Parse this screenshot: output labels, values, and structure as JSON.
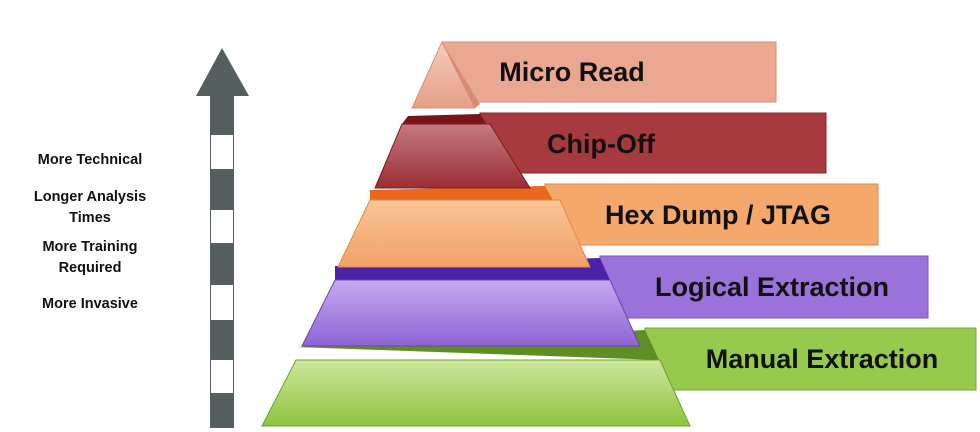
{
  "side_labels": [
    {
      "lines": [
        "More Technical"
      ]
    },
    {
      "lines": [
        "Longer Analysis",
        "Times"
      ]
    },
    {
      "lines": [
        "More Training",
        "Required"
      ]
    },
    {
      "lines": [
        "More Invasive"
      ]
    }
  ],
  "levels": [
    {
      "label": "Micro Read",
      "color": "#eaa792"
    },
    {
      "label": "Chip-Off",
      "color": "#a63a3f"
    },
    {
      "label": "Hex Dump / JTAG",
      "color": "#f5a86c"
    },
    {
      "label": "Logical Extraction",
      "color": "#9b72d9"
    },
    {
      "label": "Manual Extraction",
      "color": "#97c94d"
    }
  ]
}
